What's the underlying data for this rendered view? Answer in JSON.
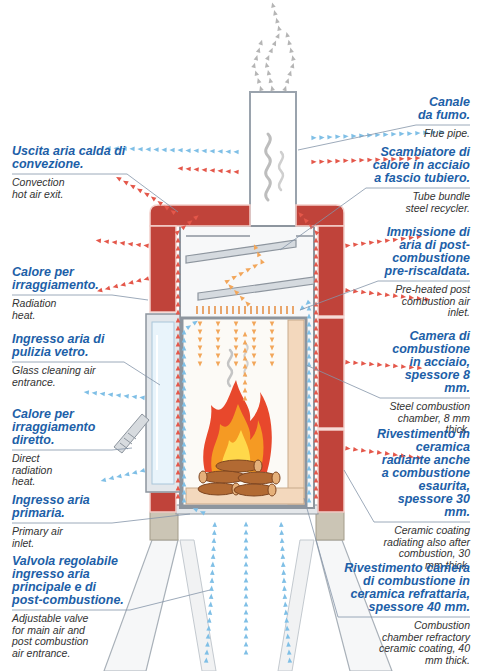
{
  "diagram": {
    "labels": [
      "Uscita aria calda di convezione.",
      "Convection hot air exit.",
      "Calore per irraggiamento.",
      "Radiation heat.",
      "Ingresso aria di pulizia vetro.",
      "Glass cleaning air entrance.",
      "Calore per irraggiamento diretto.",
      "Direct radiation heat.",
      "Ingresso aria primaria.",
      "Primary air inlet.",
      "Valvola regolabile ingresso aria principale e di post-combustione.",
      "Adjustable valve for main air and post combustion air entrance.",
      "Canale da fumo.",
      "Flue pipe.",
      "Scambiatore di calore in acciaio a fascio tubiero.",
      "Tube bundle steel recycler.",
      "Immissione di aria di post-combustione pre-riscaldata.",
      "Pre-heated post combustion air inlet.",
      "Camera di combustione in acciaio, spessore 8 mm.",
      "Steel combustion chamber, 8 mm thick.",
      "Rivestimento in ceramica radiante anche a combustione esaurita, spessore 30 mm.",
      "Ceramic coating radiating also after combustion, 30 mm thick.",
      "Rivestimento camera di combustione in ceramica refrattaria, spessore 40 mm.",
      "Combustion chamber refractory ceramic coating, 40 mm thick."
    ]
  }
}
